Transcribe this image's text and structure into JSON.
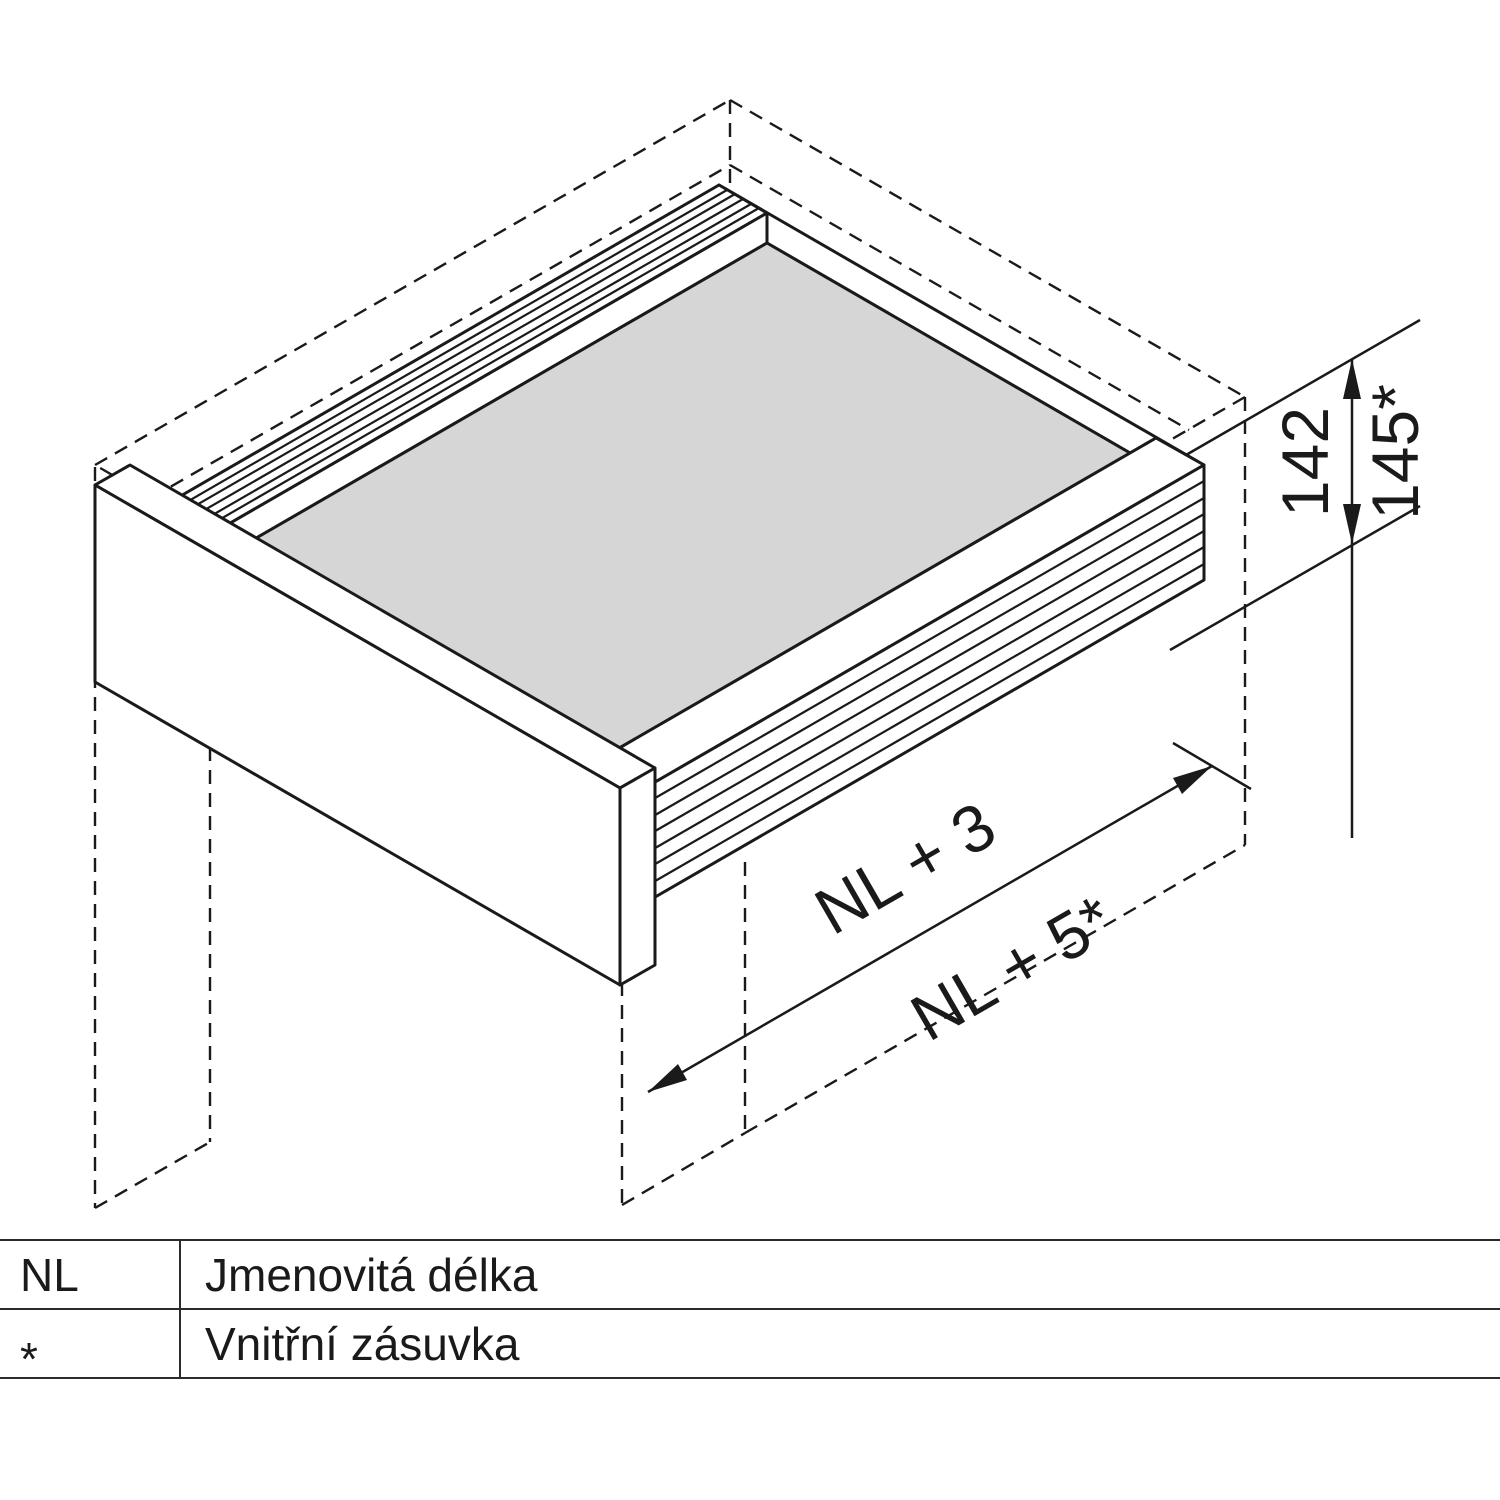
{
  "diagram": {
    "dimension_height": {
      "standard": "142",
      "inner": "145*"
    },
    "dimension_length": {
      "standard": "NL + 3",
      "inner": "NL + 5*"
    },
    "legend": {
      "rows": [
        {
          "symbol": "NL",
          "description": "Jmenovitá délka"
        },
        {
          "symbol": "*",
          "description": "Vnitřní zásuvka"
        }
      ]
    },
    "colors": {
      "line": "#1a1a1a",
      "base_fill": "#d6d6d6",
      "background": "#ffffff"
    }
  }
}
